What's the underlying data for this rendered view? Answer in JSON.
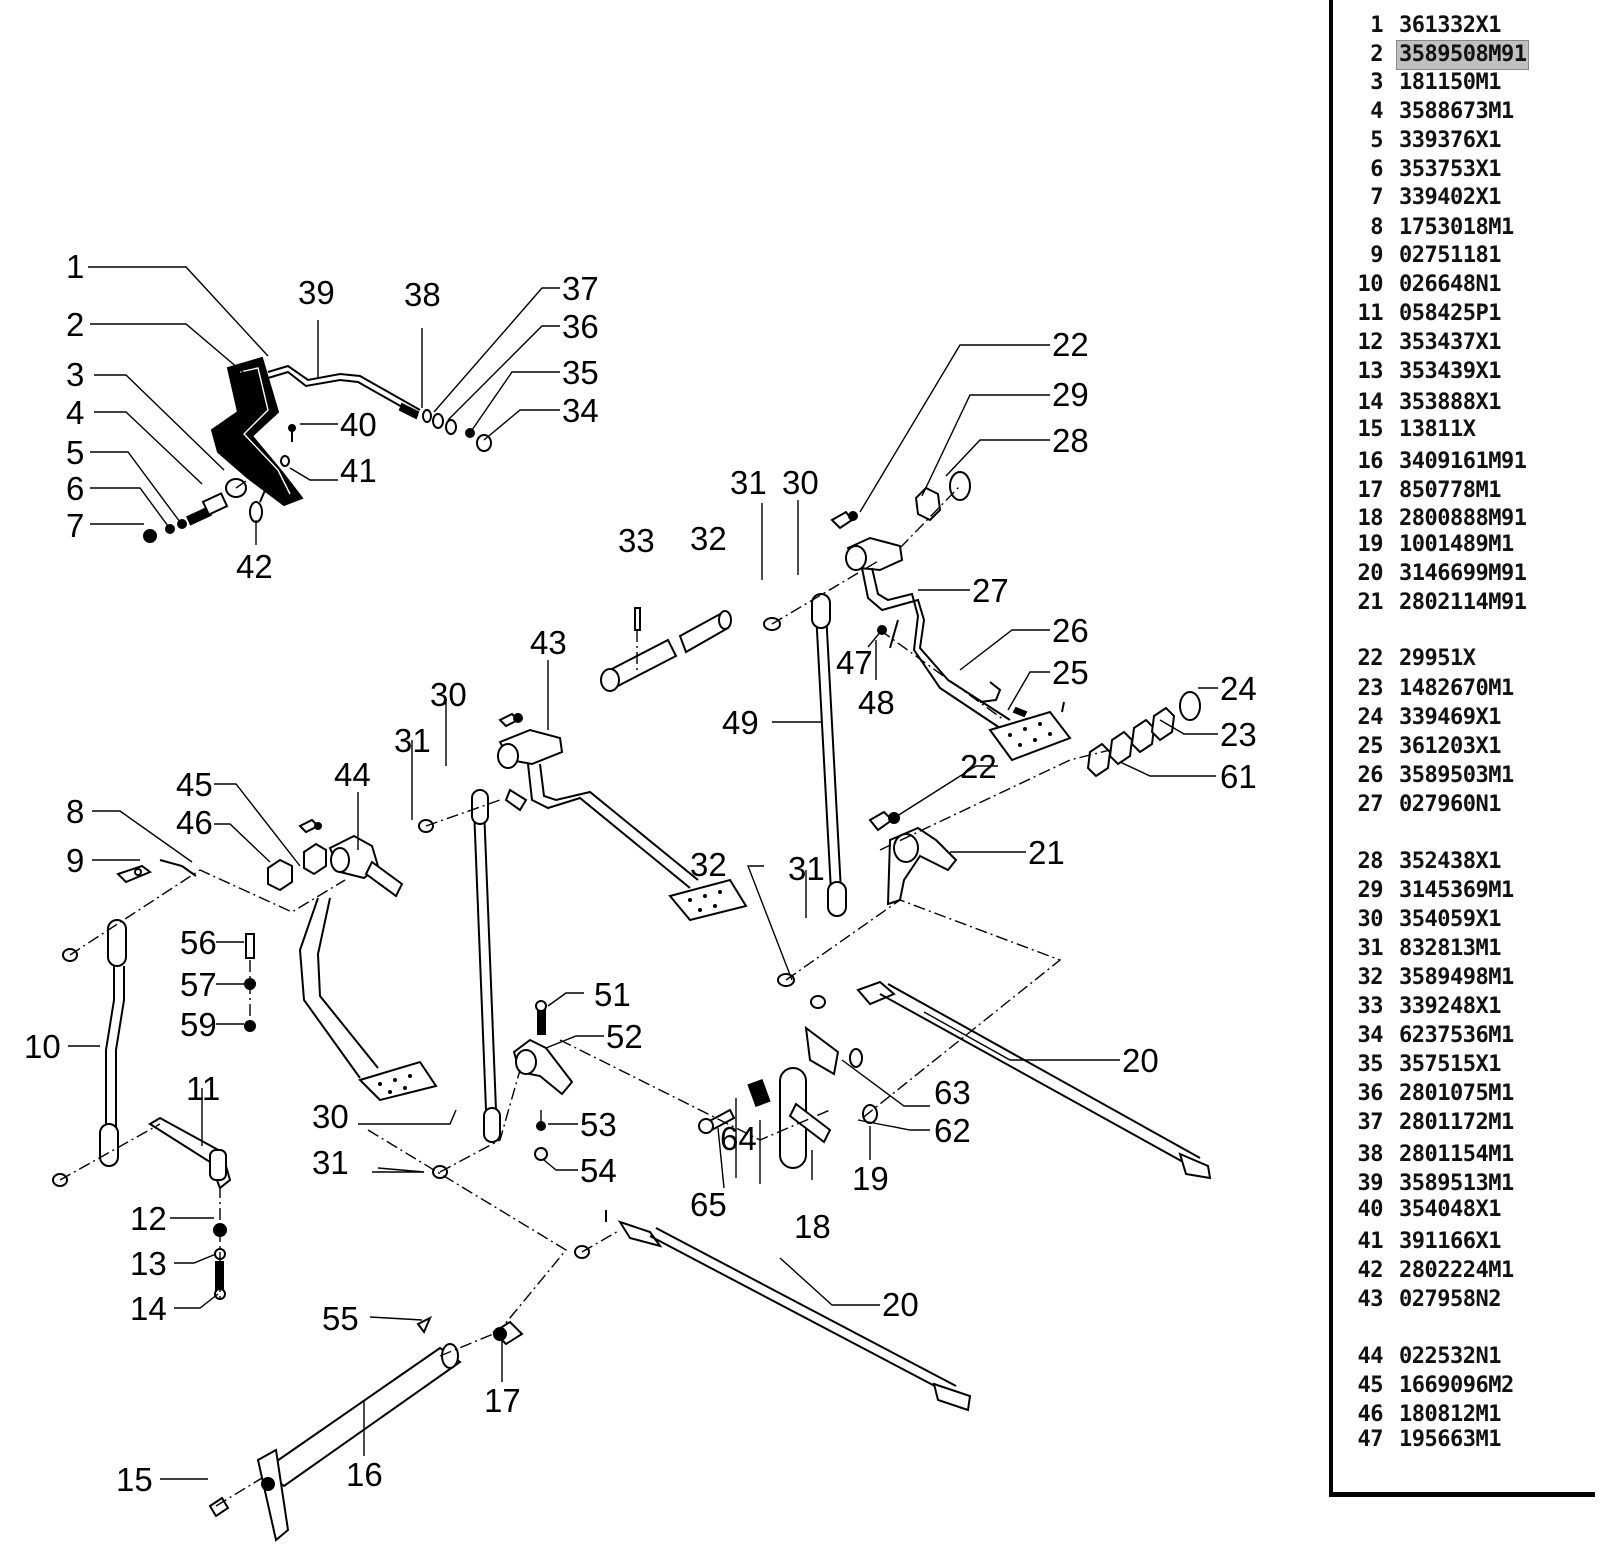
{
  "diagram": {
    "title": "Pedal linkage assembly exploded view",
    "callouts": [
      "1",
      "2",
      "3",
      "4",
      "5",
      "6",
      "7",
      "8",
      "9",
      "10",
      "11",
      "12",
      "13",
      "14",
      "15",
      "16",
      "17",
      "18",
      "19",
      "20",
      "20",
      "21",
      "22",
      "22",
      "23",
      "24",
      "25",
      "26",
      "27",
      "28",
      "29",
      "30",
      "30",
      "30",
      "31",
      "31",
      "31",
      "31",
      "32",
      "32",
      "33",
      "34",
      "35",
      "36",
      "37",
      "38",
      "39",
      "40",
      "41",
      "42",
      "43",
      "44",
      "45",
      "46",
      "47",
      "48",
      "49",
      "51",
      "52",
      "53",
      "54",
      "55",
      "56",
      "57",
      "59",
      "61",
      "62",
      "63",
      "64",
      "65"
    ]
  },
  "parts_list": {
    "selected_index": 1,
    "items": [
      {
        "num": "1",
        "part": "361332X1"
      },
      {
        "num": "2",
        "part": "3589508M91"
      },
      {
        "num": "3",
        "part": "181150M1"
      },
      {
        "num": "4",
        "part": "3588673M1"
      },
      {
        "num": "5",
        "part": "339376X1"
      },
      {
        "num": "6",
        "part": "353753X1"
      },
      {
        "num": "7",
        "part": "339402X1"
      },
      {
        "num": "8",
        "part": "1753018M1"
      },
      {
        "num": "9",
        "part": "02751181"
      },
      {
        "num": "10",
        "part": "026648N1"
      },
      {
        "num": "11",
        "part": "058425P1"
      },
      {
        "num": "12",
        "part": "353437X1"
      },
      {
        "num": "13",
        "part": "353439X1"
      },
      {
        "num": "14",
        "part": "353888X1"
      },
      {
        "num": "15",
        "part": "13811X"
      },
      {
        "num": "16",
        "part": "3409161M91"
      },
      {
        "num": "17",
        "part": "850778M1"
      },
      {
        "num": "18",
        "part": "2800888M91"
      },
      {
        "num": "19",
        "part": "1001489M1"
      },
      {
        "num": "20",
        "part": "3146699M91"
      },
      {
        "num": "21",
        "part": "2802114M91"
      },
      {
        "num": "22",
        "part": "29951X"
      },
      {
        "num": "23",
        "part": "1482670M1"
      },
      {
        "num": "24",
        "part": "339469X1"
      },
      {
        "num": "25",
        "part": "361203X1"
      },
      {
        "num": "26",
        "part": "3589503M1"
      },
      {
        "num": "27",
        "part": "027960N1"
      },
      {
        "num": "28",
        "part": "352438X1"
      },
      {
        "num": "29",
        "part": "3145369M1"
      },
      {
        "num": "30",
        "part": "354059X1"
      },
      {
        "num": "31",
        "part": "832813M1"
      },
      {
        "num": "32",
        "part": "3589498M1"
      },
      {
        "num": "33",
        "part": "339248X1"
      },
      {
        "num": "34",
        "part": "6237536M1"
      },
      {
        "num": "35",
        "part": "357515X1"
      },
      {
        "num": "36",
        "part": "2801075M1"
      },
      {
        "num": "37",
        "part": "2801172M1"
      },
      {
        "num": "38",
        "part": "2801154M1"
      },
      {
        "num": "39",
        "part": "3589513M1"
      },
      {
        "num": "40",
        "part": "354048X1"
      },
      {
        "num": "41",
        "part": "391166X1"
      },
      {
        "num": "42",
        "part": "2802224M1"
      },
      {
        "num": "43",
        "part": "027958N2"
      },
      {
        "num": "44",
        "part": "022532N1"
      },
      {
        "num": "45",
        "part": "1669096M2"
      },
      {
        "num": "46",
        "part": "180812M1"
      },
      {
        "num": "47",
        "part": "195663M1"
      }
    ]
  }
}
